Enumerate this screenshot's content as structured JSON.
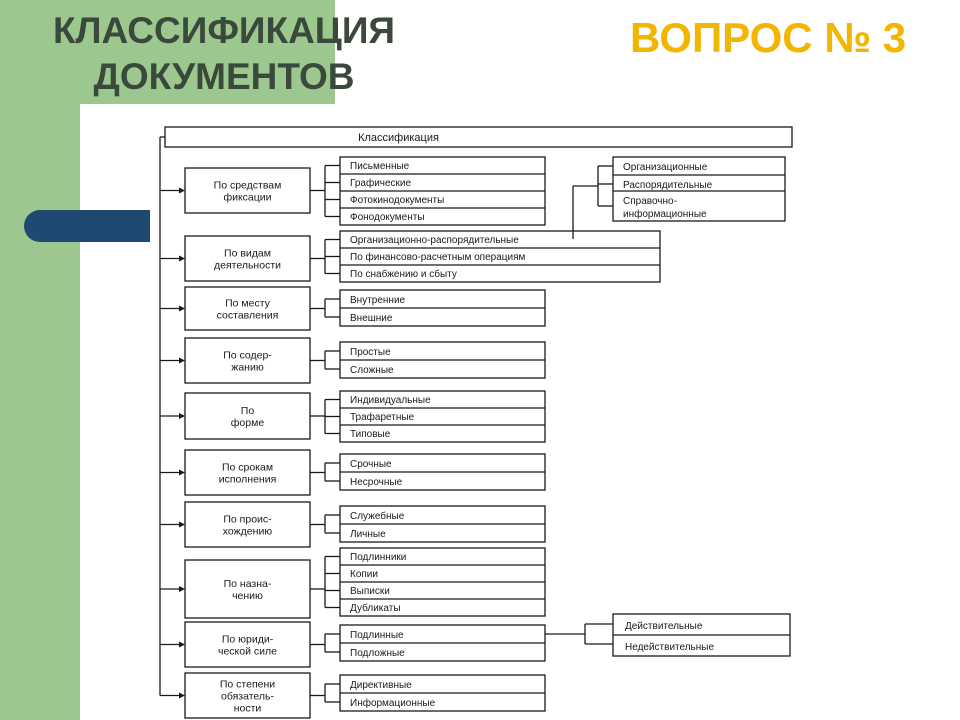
{
  "slide": {
    "title_line1": "КЛАССИФИКАЦИЯ",
    "title_line2": "ДОКУМЕНТОВ",
    "question": "ВОПРОС № 3"
  },
  "diagram": {
    "root": "Классификация",
    "categories": [
      {
        "lines": [
          "По средствам",
          "фиксации"
        ],
        "items": [
          "Письменные",
          "Графические",
          "Фотокинодокументы",
          "Фонодокументы"
        ]
      },
      {
        "lines": [
          "По видам",
          "деятельности"
        ],
        "items": [
          "Организационно-распорядительные",
          "По финансово-расчетным операциям",
          "По снабжению и сбыту"
        ]
      },
      {
        "lines": [
          "По месту",
          "составления"
        ],
        "items": [
          "Внутренние",
          "Внешние"
        ]
      },
      {
        "lines": [
          "По содер-",
          "жанию"
        ],
        "items": [
          "Простые",
          "Сложные"
        ]
      },
      {
        "lines": [
          "По",
          "форме"
        ],
        "items": [
          "Индивидуальные",
          "Трафаретные",
          "Типовые"
        ]
      },
      {
        "lines": [
          "По срокам",
          "исполнения"
        ],
        "items": [
          "Срочные",
          "Несрочные"
        ]
      },
      {
        "lines": [
          "По проис-",
          "хождению"
        ],
        "items": [
          "Служебные",
          "Личные"
        ]
      },
      {
        "lines": [
          "По назна-",
          "чению"
        ],
        "items": [
          "Подлинники",
          "Копии",
          "Выписки",
          "Дубликаты"
        ]
      },
      {
        "lines": [
          "По юриди-",
          "ческой силе"
        ],
        "items": [
          "Подлинные",
          "Подложные"
        ]
      },
      {
        "lines": [
          "По степени",
          "обязатель-",
          "ности"
        ],
        "items": [
          "Директивные",
          "Информационные"
        ]
      }
    ],
    "org_subtypes": {
      "items": [
        [
          "Организационные"
        ],
        [
          "Распорядительные"
        ],
        [
          "Справочно-",
          "информационные"
        ]
      ]
    },
    "legal_subtypes": {
      "items": [
        "Действительные",
        "Недействительные"
      ]
    }
  }
}
